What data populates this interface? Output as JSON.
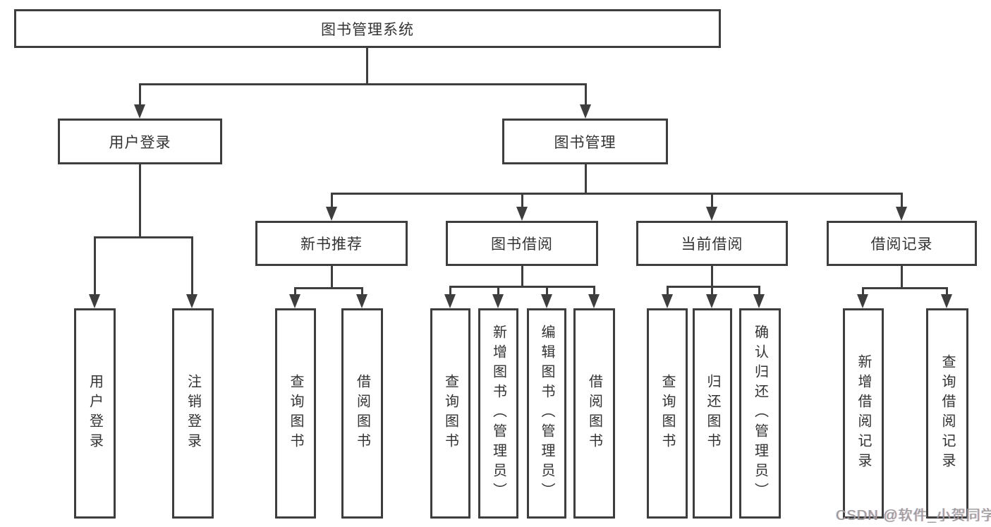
{
  "diagram_title": "图书管理系统",
  "root": {
    "label": "图书管理系统"
  },
  "branches": [
    {
      "label": "用户登录",
      "children": [
        {
          "label": "用户登录"
        },
        {
          "label": "注销登录"
        }
      ]
    },
    {
      "label": "图书管理",
      "children": [
        {
          "label": "新书推荐",
          "children": [
            {
              "label": "查询图书"
            },
            {
              "label": "借阅图书"
            }
          ]
        },
        {
          "label": "图书借阅",
          "children": [
            {
              "label": "查询图书"
            },
            {
              "label": "新增图书（管理员）"
            },
            {
              "label": "编辑图书（管理员）"
            },
            {
              "label": "借阅图书"
            }
          ]
        },
        {
          "label": "当前借阅",
          "children": [
            {
              "label": "查询图书"
            },
            {
              "label": "归还图书"
            },
            {
              "label": "确认归还（管理员）"
            }
          ]
        },
        {
          "label": "借阅记录",
          "children": [
            {
              "label": "新增借阅记录"
            },
            {
              "label": "查询借阅记录"
            }
          ]
        }
      ]
    }
  ],
  "watermark": {
    "text": "CSDN @软件_小贺同学"
  },
  "colors": {
    "line": "#3e3e3e",
    "text": "#333333",
    "background": "#ffffff",
    "watermark": "#9b9b9b"
  }
}
